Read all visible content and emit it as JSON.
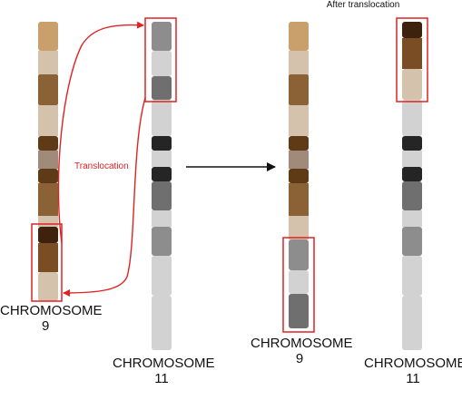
{
  "title": "After translocation",
  "translocation_label": "Translocation",
  "labels": {
    "chr9_before": {
      "line1": "CHROMOSOME",
      "line2": "9"
    },
    "chr11_before": {
      "line1": "CHROMOSOME",
      "line2": "11"
    },
    "chr9_after": {
      "line1": "CHROMOSOME",
      "line2": "9"
    },
    "chr11_after": {
      "line1": "CHROMOSOME",
      "line2": "11"
    }
  },
  "colors": {
    "highlight": "#e02222",
    "arrow": "#111111",
    "chr9_bands": [
      "#c9a06c",
      "#d5c2ad",
      "#8b6136",
      "#d5c2ad",
      "#5e3a17",
      "#a08a79",
      "#8b6136",
      "#d5c2ad",
      "#3e220e",
      "#7a4d24",
      "#d5c2ad"
    ],
    "chr11_bands": [
      "#8d8d8d",
      "#d2d2d2",
      "#6f6f6f",
      "#d2d2d2",
      "#252525",
      "#d2d2d2",
      "#252525",
      "#6f6f6f",
      "#d2d2d2",
      "#8d8d8d",
      "#d2d2d2"
    ]
  }
}
